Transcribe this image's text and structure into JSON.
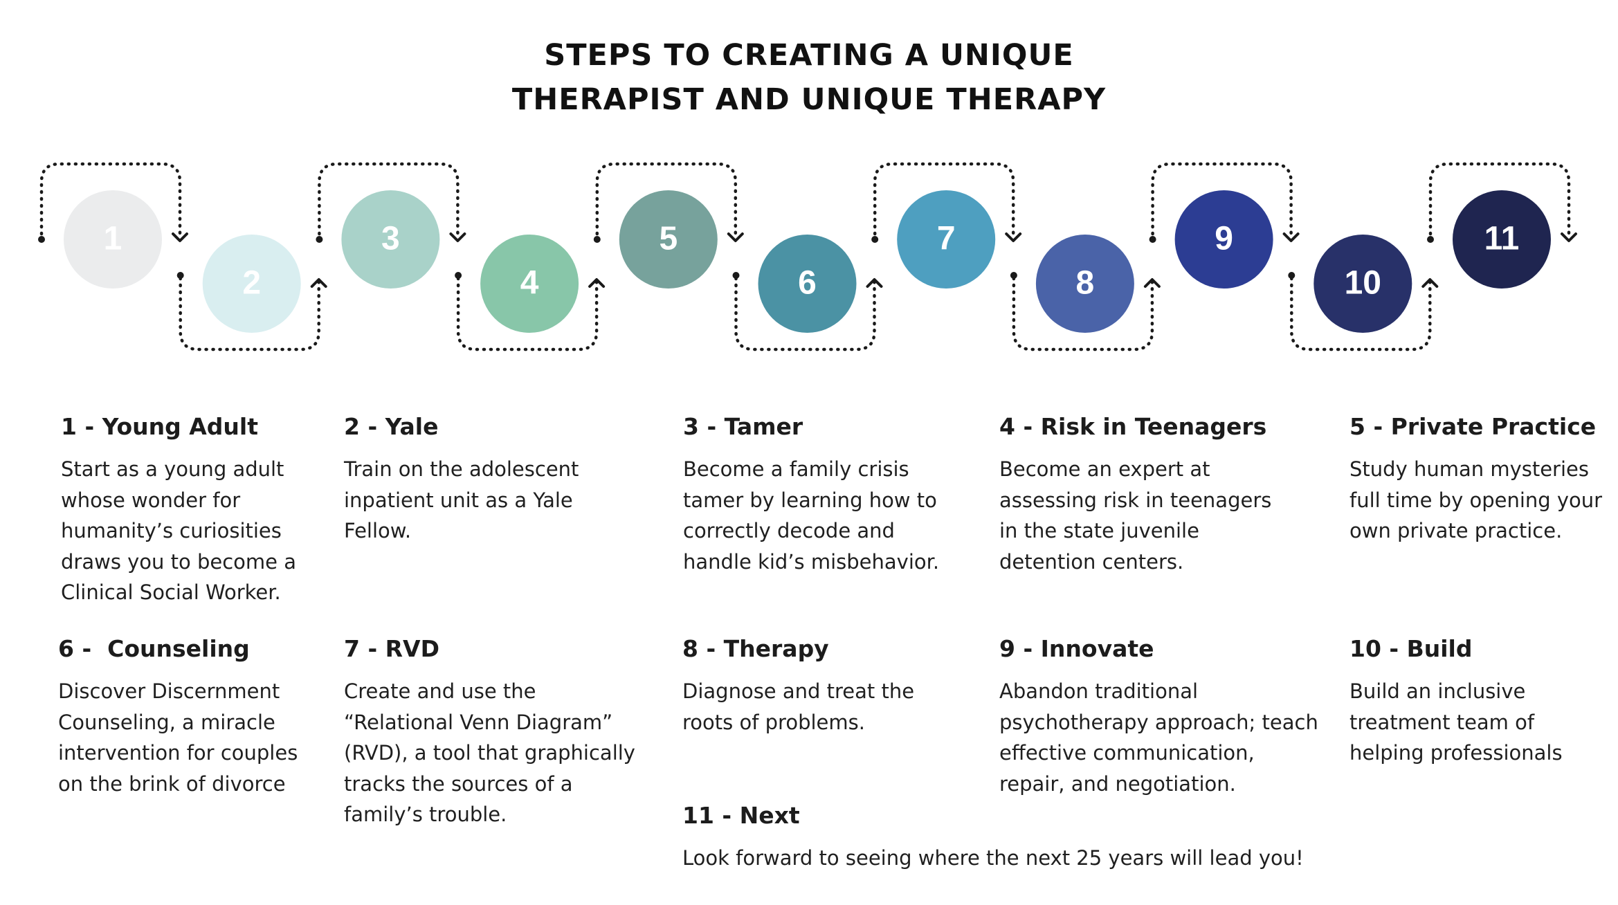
{
  "title": {
    "line1": "STEPS TO CREATING A UNIQUE",
    "line2": "THERAPIST  AND UNIQUE THERAPY"
  },
  "timeline": {
    "connector_color": "#1a1a1a",
    "circles": [
      {
        "label": "1",
        "color": "#ebeced"
      },
      {
        "label": "2",
        "color": "#d9eef0"
      },
      {
        "label": "3",
        "color": "#a9d2c9"
      },
      {
        "label": "4",
        "color": "#88c6a9"
      },
      {
        "label": "5",
        "color": "#77a29c"
      },
      {
        "label": "6",
        "color": "#4b92a4"
      },
      {
        "label": "7",
        "color": "#4e9fc0"
      },
      {
        "label": "8",
        "color": "#4a63a8"
      },
      {
        "label": "9",
        "color": "#2c3d93"
      },
      {
        "label": "10",
        "color": "#283169"
      },
      {
        "label": "11",
        "color": "#1f2550"
      }
    ]
  },
  "steps": [
    {
      "heading": "1 - Young Adult",
      "text": "Start as a young adult whose wonder for humanity’s curiosities draws you to become a Clinical Social Worker."
    },
    {
      "heading": "2 - Yale",
      "text": "Train on the adolescent inpatient unit as a Yale Fellow."
    },
    {
      "heading": "3 - Tamer",
      "text": "Become a family crisis tamer by learning how to correctly decode and handle kid’s misbehavior."
    },
    {
      "heading": "4 - Risk in Teenagers",
      "text": "Become an expert at assessing risk in teenagers in the state juvenile detention centers."
    },
    {
      "heading": "5 - Private Practice",
      "text": "Study human mysteries full time by opening your own private practice."
    },
    {
      "heading": "6 -  Counseling",
      "text": "Discover Discernment Counseling, a miracle intervention for couples on the brink of divorce"
    },
    {
      "heading": "7 - RVD",
      "text": "Create and use the “Relational Venn Diagram” (RVD), a tool that graphically tracks the sources of a family’s trouble."
    },
    {
      "heading": "8 - Therapy",
      "text": "Diagnose and treat the roots of problems."
    },
    {
      "heading": "9 - Innovate",
      "text": "Abandon traditional psychotherapy approach; teach effective communication, repair, and negotiation."
    },
    {
      "heading": "10 - Build",
      "text": "Build an inclusive treatment team of helping professionals"
    },
    {
      "heading": "11 - Next",
      "text": "Look forward to seeing where the next 25 years will lead you!"
    }
  ]
}
